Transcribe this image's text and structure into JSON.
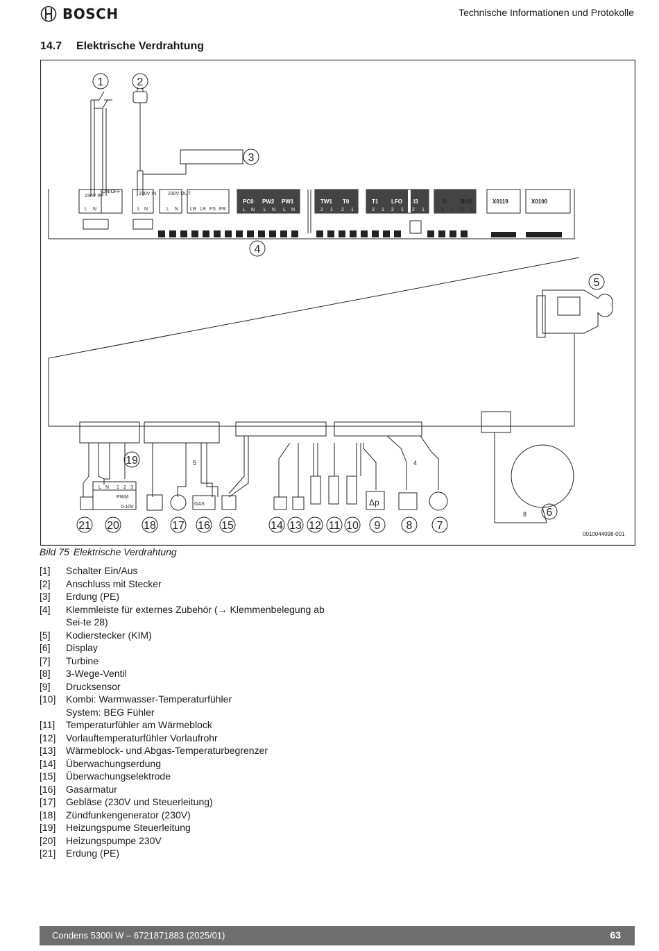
{
  "header": {
    "brand": "BOSCH",
    "title": "Technische Informationen und Protokolle"
  },
  "section": {
    "number": "14.7",
    "title": "Elektrische Verdrahtung"
  },
  "figure": {
    "callouts": [
      "1",
      "2",
      "3",
      "4",
      "5",
      "6",
      "7",
      "8",
      "9",
      "10",
      "11",
      "12",
      "13",
      "14",
      "15",
      "16",
      "17",
      "18",
      "19",
      "20",
      "21"
    ],
    "terminals": {
      "t230in": "230V IN",
      "onoff": "ON/OFF",
      "t230in2": "230V IN",
      "t230out": "230V OUT",
      "pc0": "PC0",
      "pw2": "PW2",
      "pw1": "PW1",
      "tw1": "TW1",
      "t0": "T0",
      "t1": "T1",
      "lfo": "LFO",
      "i3": "I3",
      "i1": "I1",
      "bus": "BUS",
      "x0119": "X0119",
      "x0100": "X0100"
    },
    "pins": {
      "l": "L",
      "n": "N",
      "lr": "LR",
      "fs": "FS",
      "fr": "FR",
      "one": "1",
      "two": "2",
      "three": "3",
      "pwm": "PWM",
      "v010": "0-10V",
      "gas": "GAS",
      "dp": "Δp"
    },
    "wire_counts": {
      "five": "5",
      "four": "4",
      "eight": "8"
    },
    "id": "0010044098-001"
  },
  "caption": {
    "label": "Bild 75",
    "text": "Elektrische Verdrahtung"
  },
  "legend": [
    {
      "ref": "[1]",
      "text": "Schalter Ein/Aus"
    },
    {
      "ref": "[2]",
      "text": "Anschluss mit Stecker"
    },
    {
      "ref": "[3]",
      "text": "Erdung (PE)"
    },
    {
      "ref": "[4]",
      "text": "Klemmleiste für externes Zubehör (→ Klemmenbelegung ab Sei-te 28)"
    },
    {
      "ref": "[5]",
      "text": "Kodierstecker (KIM)"
    },
    {
      "ref": "[6]",
      "text": "Display"
    },
    {
      "ref": "[7]",
      "text": "Turbine"
    },
    {
      "ref": "[8]",
      "text": "3-Wege-Ventil"
    },
    {
      "ref": "[9]",
      "text": "Drucksensor"
    },
    {
      "ref": "[10]",
      "text": "Kombi: Warmwasser-Temperaturfühler",
      "text2": "System: BEG Fühler"
    },
    {
      "ref": "[11]",
      "text": "Temperaturfühler am Wärmeblock"
    },
    {
      "ref": "[12]",
      "text": "Vorlauftemperaturfühler Vorlaufrohr"
    },
    {
      "ref": "[13]",
      "text": "Wärmeblock- und Abgas-Temperaturbegrenzer"
    },
    {
      "ref": "[14]",
      "text": "Überwachungserdung"
    },
    {
      "ref": "[15]",
      "text": "Überwachungselektrode"
    },
    {
      "ref": "[16]",
      "text": "Gasarmatur"
    },
    {
      "ref": "[17]",
      "text": "Gebläse (230V und Steuerleitung)"
    },
    {
      "ref": "[18]",
      "text": "Zündfunkengenerator (230V)"
    },
    {
      "ref": "[19]",
      "text": "Heizungspume Steuerleitung"
    },
    {
      "ref": "[20]",
      "text": "Heizungspumpe 230V"
    },
    {
      "ref": "[21]",
      "text": "Erdung (PE)"
    }
  ],
  "footer": {
    "doc": "Condens 5300i W – 6721871883 (2025/01)",
    "page": "63"
  },
  "colors": {
    "terminal_dark": "#444444",
    "footer_bg": "#6e6e6e"
  }
}
